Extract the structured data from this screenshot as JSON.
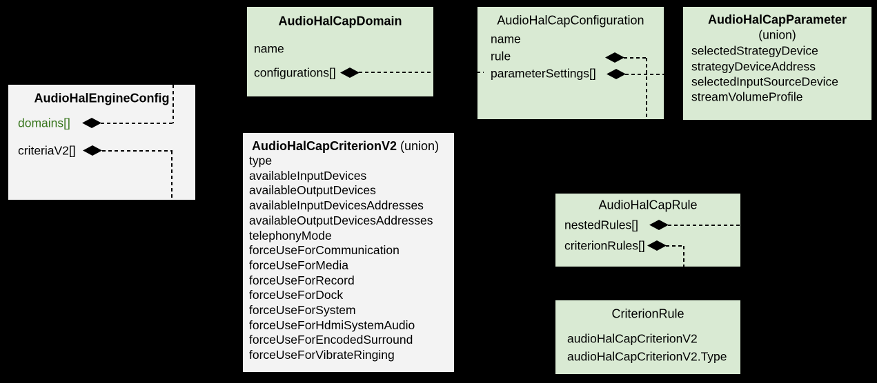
{
  "diagram": {
    "description": "UML-style composition diagram of Audio HAL CAP engine configuration data structures on a black background",
    "colors": {
      "background": "#000000",
      "green_box": "#d9ead3",
      "gray_box": "#f3f3f3",
      "text": "#000000",
      "accent_text": "#38761d",
      "connector": "#000000"
    },
    "boxes": {
      "engine": {
        "title": "AudioHalEngineConfig",
        "fields": [
          "domains[]",
          "criteriaV2[]"
        ]
      },
      "domain": {
        "title": "AudioHalCapDomain",
        "fields": [
          "name",
          "configurations[]"
        ]
      },
      "config": {
        "title": "AudioHalCapConfiguration",
        "fields": [
          "name",
          "rule",
          "parameterSettings[]"
        ]
      },
      "parameter": {
        "title": "AudioHalCapParameter",
        "subtitle": "(union)",
        "fields": [
          "selectedStrategyDevice",
          "strategyDeviceAddress",
          "selectedInputSourceDevice",
          "streamVolumeProfile"
        ]
      },
      "criterion": {
        "title": "AudioHalCapCriterionV2",
        "title_suffix": " (union)",
        "fields": [
          "type",
          "availableInputDevices",
          "availableOutputDevices",
          "availableInputDevicesAddresses",
          "availableOutputDevicesAddresses",
          "telephonyMode",
          "forceUseForCommunication",
          "forceUseForMedia",
          "forceUseForRecord",
          "forceUseForDock",
          "forceUseForSystem",
          "forceUseForHdmiSystemAudio",
          "forceUseForEncodedSurround",
          "forceUseForVibrateRinging"
        ]
      },
      "rule": {
        "title": "AudioHalCapRule",
        "fields": [
          "nestedRules[]",
          "criterionRules[]"
        ]
      },
      "criterion_rule": {
        "title": "CriterionRule",
        "fields": [
          "audioHalCapCriterionV2",
          "audioHalCapCriterionV2.Type"
        ]
      }
    },
    "connections": [
      {
        "from": "AudioHalEngineConfig.domains[]",
        "to": "AudioHalCapDomain",
        "type": "composition"
      },
      {
        "from": "AudioHalEngineConfig.criteriaV2[]",
        "to": "AudioHalCapCriterionV2",
        "type": "composition"
      },
      {
        "from": "AudioHalCapDomain.configurations[]",
        "to": "AudioHalCapConfiguration",
        "type": "composition"
      },
      {
        "from": "AudioHalCapConfiguration.rule",
        "to": "AudioHalCapRule",
        "type": "composition"
      },
      {
        "from": "AudioHalCapConfiguration.parameterSettings[]",
        "to": "AudioHalCapParameter",
        "type": "composition"
      },
      {
        "from": "AudioHalCapRule.nestedRules[]",
        "to": "AudioHalCapRule",
        "type": "composition"
      },
      {
        "from": "AudioHalCapRule.criterionRules[]",
        "to": "CriterionRule",
        "type": "composition"
      }
    ]
  }
}
